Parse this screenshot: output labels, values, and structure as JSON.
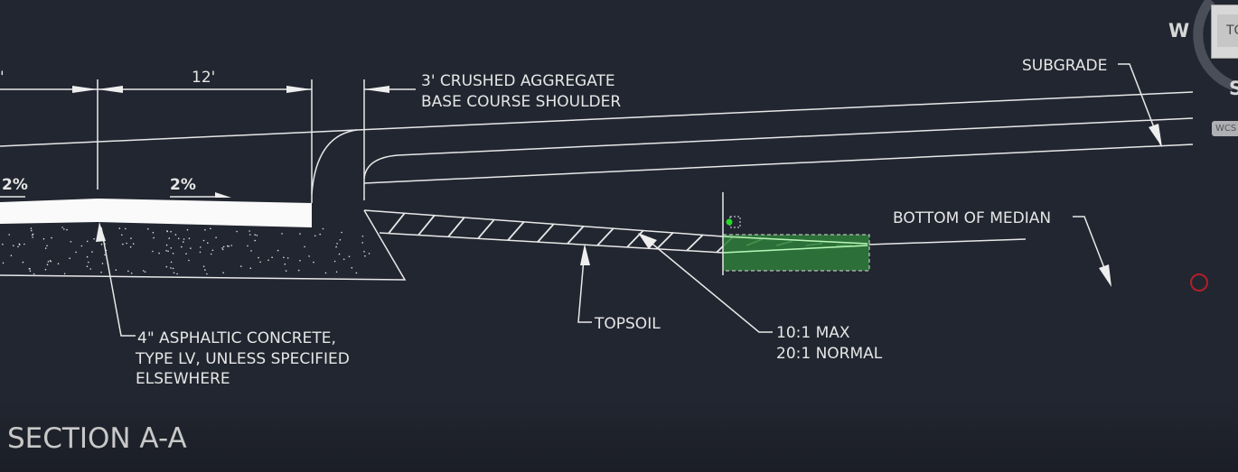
{
  "drawing": {
    "title": "SECTION A-A",
    "dimension_12": "12'",
    "dimension_left": "'",
    "slope_left": "2%",
    "slope_right": "2%",
    "labels": {
      "shoulder_line1": "3' CRUSHED AGGREGATE",
      "shoulder_line2": "BASE COURSE SHOULDER",
      "subgrade": "SUBGRADE",
      "bottom_of_median": "BOTTOM OF MEDIAN",
      "topsoil": "TOPSOIL",
      "slope_line1": "10:1 MAX",
      "slope_line2": "20:1 NORMAL",
      "asphalt_line1": "4\" ASPHALTIC CONCRETE,",
      "asphalt_line2": "TYPE LV, UNLESS SPECIFIED",
      "asphalt_line3": "ELSEWHERE"
    }
  },
  "viewcube": {
    "face": "TOP",
    "west": "W",
    "south": "S",
    "wcs": "WCS"
  },
  "colors": {
    "background": "#222630",
    "selection": "#2e7d3a",
    "grip": "#22dd22",
    "cursor": "#b0202a"
  }
}
